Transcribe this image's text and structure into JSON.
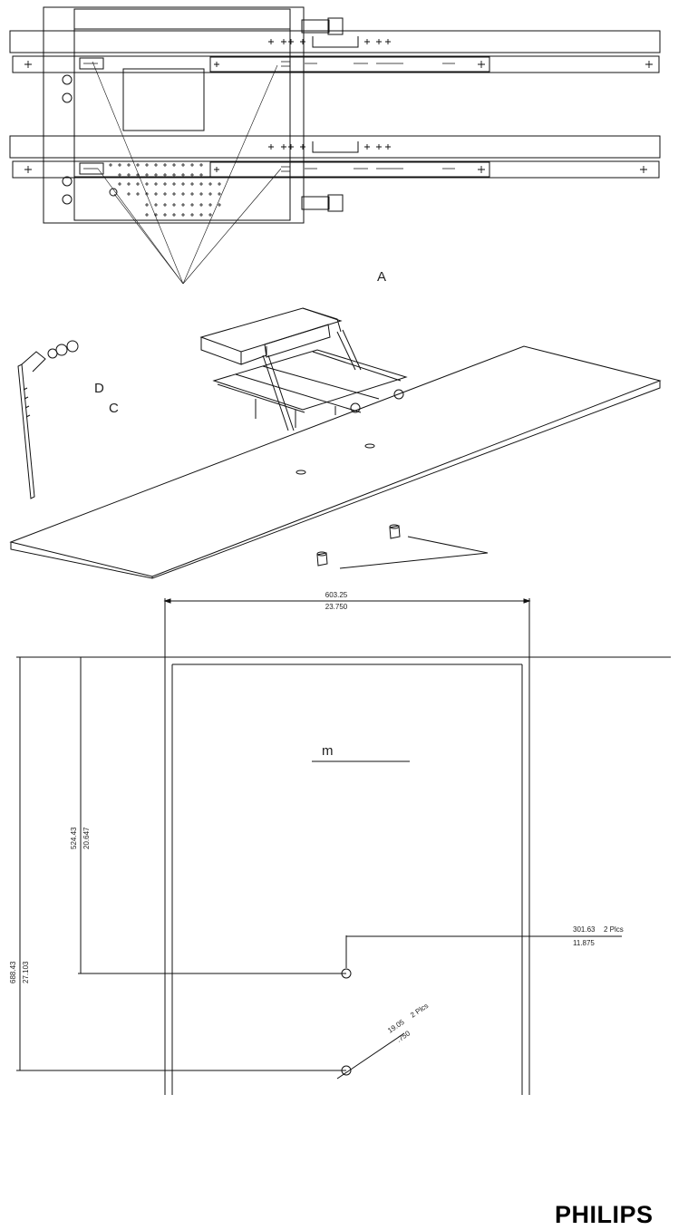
{
  "labels": {
    "callout_a": "A",
    "callout_d": "D",
    "callout_c": "C",
    "callout_m": "m"
  },
  "dimensions": {
    "width_mm": "603.25",
    "width_in": "23.750",
    "height_mm": "688.43",
    "height_in": "27.103",
    "inner_height_mm": "524.43",
    "inner_height_in": "20.647",
    "offset_mm": "301.63",
    "offset_in": "11.875",
    "offset_note": "2 Plcs",
    "hole_mm": "19.05",
    "hole_in": ".750",
    "hole_note": "2 Plcs"
  },
  "brand": {
    "logo": "PHILIPS"
  }
}
